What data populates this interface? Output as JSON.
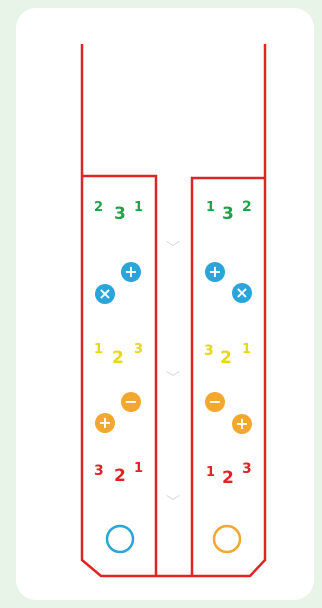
{
  "colors": {
    "background": "#e9f4e8",
    "card": "#ffffff",
    "outline": "#e02424",
    "green": "#1ea34a",
    "yellow": "#e7d719",
    "red": "#e02424",
    "blue": "#2aa5d9",
    "orange": "#f2a72e",
    "chevron": "#d8d8d8"
  },
  "left_column": {
    "row1_labels": [
      "2",
      "3",
      "1"
    ],
    "row3_labels": [
      "1",
      "2",
      "3"
    ],
    "row5_labels": [
      "3",
      "2",
      "1"
    ],
    "icons_top": [
      "x-icon",
      "plus-icon"
    ],
    "icons_mid": [
      "plus-icon",
      "minus-icon"
    ],
    "ring_color": "#2aa5d9"
  },
  "right_column": {
    "row1_labels": [
      "1",
      "3",
      "2"
    ],
    "row3_labels": [
      "3",
      "2",
      "1"
    ],
    "row5_labels": [
      "1",
      "2",
      "3"
    ],
    "icons_top": [
      "plus-icon",
      "x-icon"
    ],
    "icons_mid": [
      "minus-icon",
      "plus-icon"
    ],
    "ring_color": "#f2a72e"
  },
  "glyphs": {
    "plus": "+",
    "minus": "−",
    "x": "×",
    "chevron": "﹀"
  }
}
